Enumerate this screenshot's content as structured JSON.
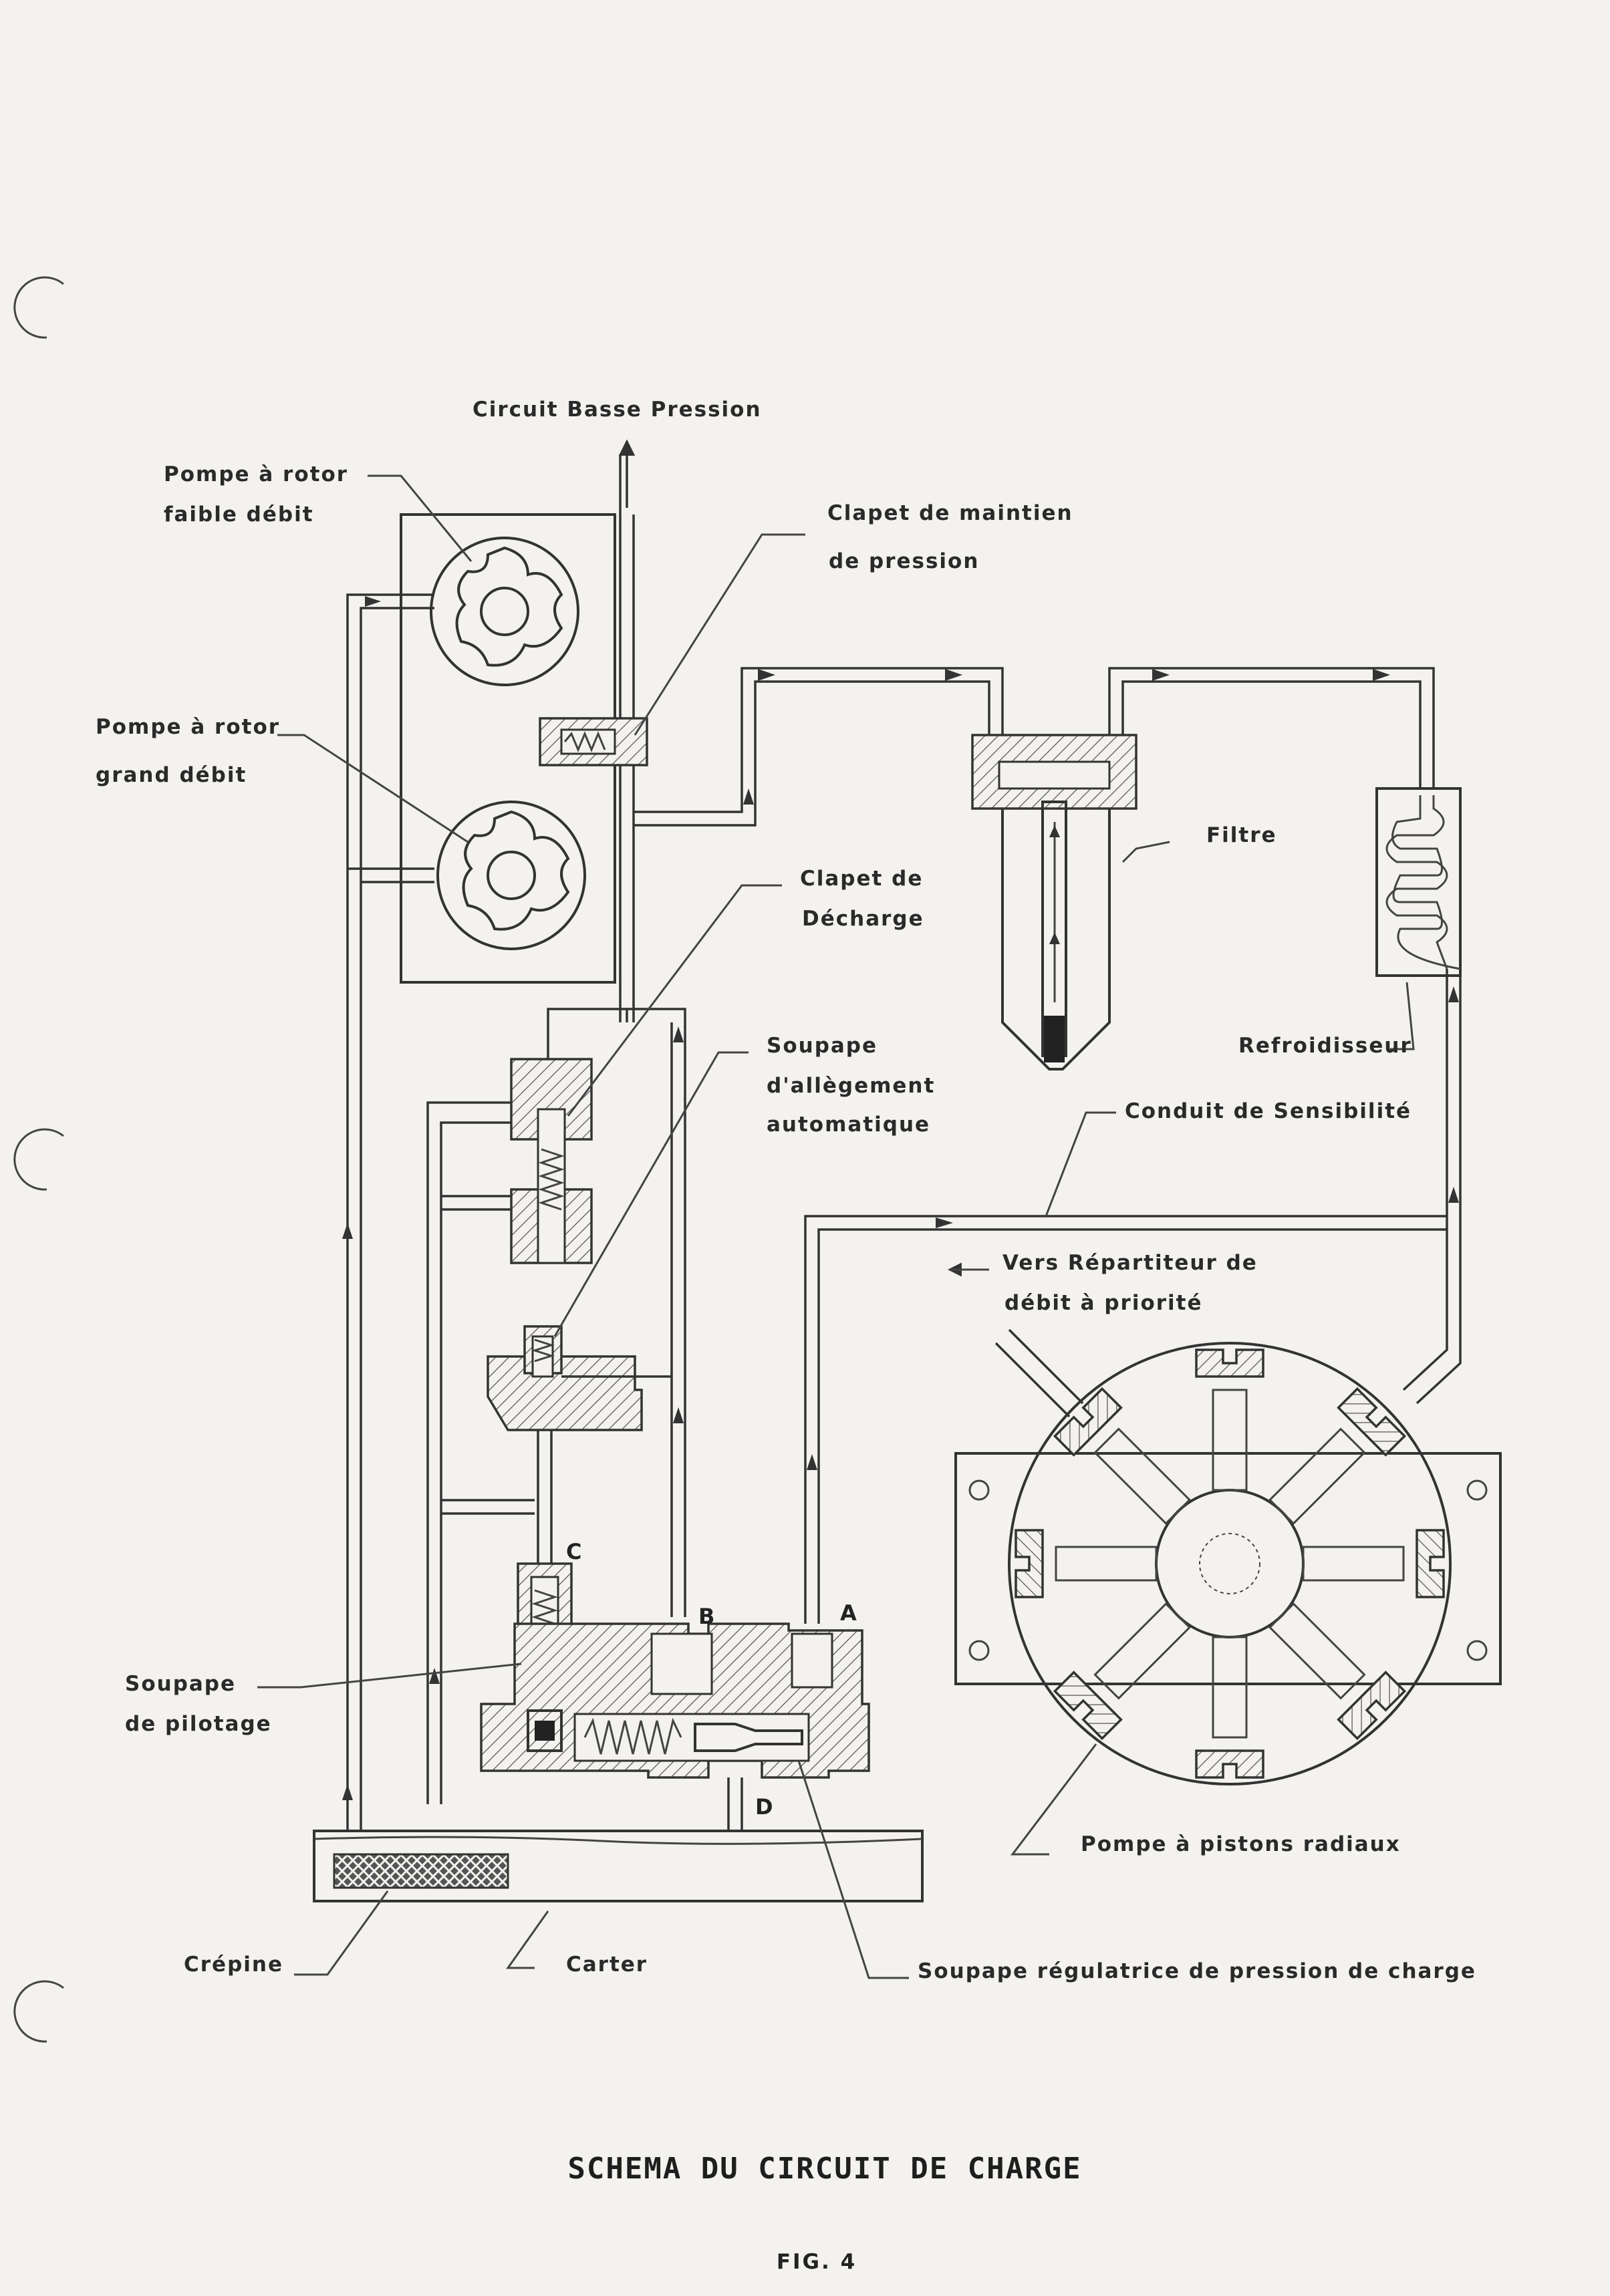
{
  "labels": {
    "circuit_basse_pression": "Circuit Basse Pression",
    "pompe_faible_1": "Pompe à rotor",
    "pompe_faible_2": "faible débit",
    "pompe_grand_1": "Pompe à rotor",
    "pompe_grand_2": "grand débit",
    "clapet_maintien_1": "Clapet de maintien",
    "clapet_maintien_2": "de pression",
    "filtre": "Filtre",
    "clapet_decharge_1": "Clapet de",
    "clapet_decharge_2": "Décharge",
    "soupape_allegement_1": "Soupape",
    "soupape_allegement_2": "d'allègement",
    "soupape_allegement_3": "automatique",
    "refroidisseur": "Refroidisseur",
    "conduit_sensibilite": "Conduit de Sensibilité",
    "vers_repartiteur_1": "Vers Répartiteur de",
    "vers_repartiteur_2": "débit à priorité",
    "soupape_pilotage_1": "Soupape",
    "soupape_pilotage_2": "de pilotage",
    "pompe_pistons": "Pompe à pistons radiaux",
    "crepine": "Crépine",
    "carter": "Carter",
    "soupape_regulatrice": "Soupape régulatrice de pression de charge",
    "port_a": "A",
    "port_b": "B",
    "port_c": "C",
    "port_d": "D"
  },
  "caption": {
    "title": "SCHEMA DU CIRCUIT DE CHARGE",
    "figure": "FIG. 4"
  }
}
